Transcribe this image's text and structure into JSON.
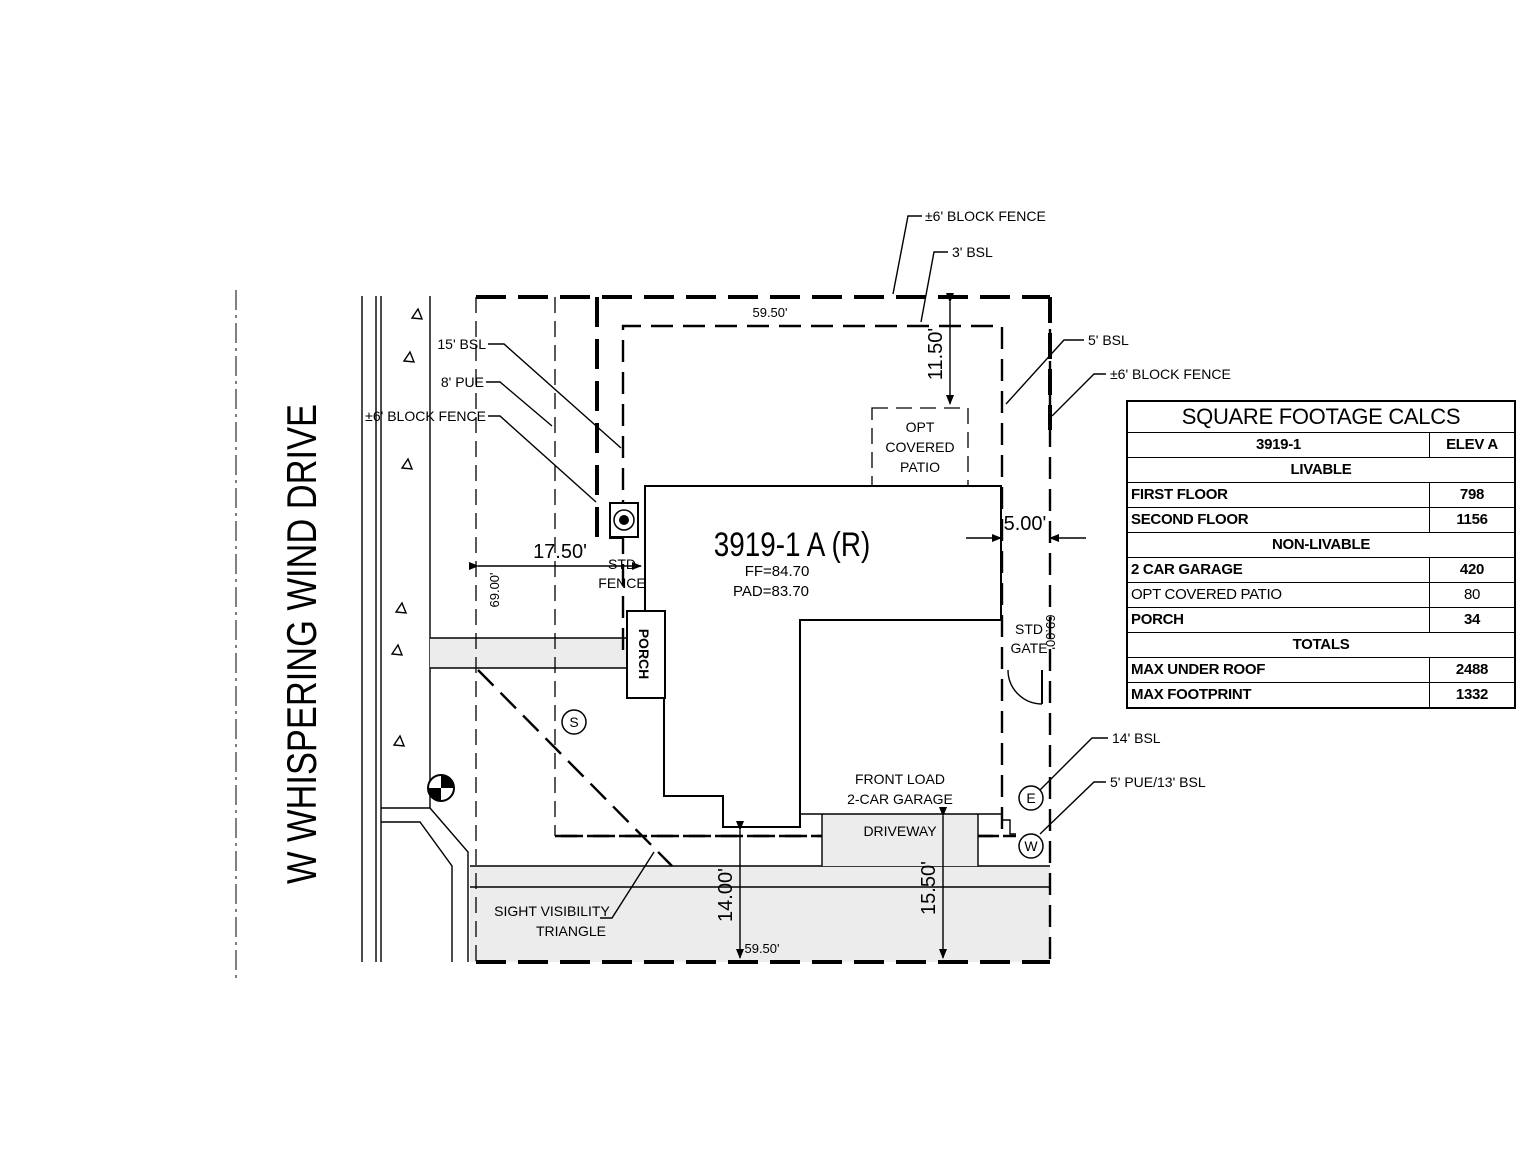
{
  "street_name": "W WHISPERING WIND DRIVE",
  "house": {
    "plan_label": "3919-1 A (R)",
    "ff": "FF=84.70",
    "pad": "PAD=83.70"
  },
  "labels": {
    "block_fence_top": "±6' BLOCK FENCE",
    "bsl_3": "3' BSL",
    "bsl_5": "5' BSL",
    "block_fence_right": "±6' BLOCK FENCE",
    "bsl_15": "15' BSL",
    "pue_8": "8' PUE",
    "block_fence_left": "±6' BLOCK FENCE",
    "opt_covered_patio": [
      "OPT",
      "COVERED",
      "PATIO"
    ],
    "std_fence": [
      "STD",
      "FENCE"
    ],
    "std_gate": [
      "STD",
      "GATE"
    ],
    "porch": "PORCH",
    "garage": [
      "FRONT LOAD",
      "2-CAR GARAGE"
    ],
    "driveway": "DRIVEWAY",
    "sight_visibility": [
      "SIGHT VISIBILITY",
      "TRIANGLE"
    ],
    "bsl_14": "14' BSL",
    "pue_bsl": "5' PUE/13' BSL",
    "sewer": "S",
    "electric": "E",
    "water": "W"
  },
  "dimensions": {
    "top_width": "59.50'",
    "bottom_width": "59.50'",
    "rear_setback": "11.50'",
    "right_side": "5.00'",
    "left_side": "17.50'",
    "left_depth": "69.00'",
    "right_depth": "69.00'",
    "front_14": "14.00'",
    "front_15": "15.50'"
  },
  "sqft_table": {
    "title": "SQUARE FOOTAGE CALCS",
    "plan": "3919-1",
    "elev": "ELEV A",
    "livable_header": "LIVABLE",
    "livable": [
      {
        "label": "FIRST FLOOR",
        "value": "798"
      },
      {
        "label": "SECOND FLOOR",
        "value": "1156"
      }
    ],
    "non_livable_header": "NON-LIVABLE",
    "non_livable": [
      {
        "label": "2 CAR GARAGE",
        "value": "420"
      },
      {
        "label": "OPT COVERED PATIO",
        "value": "80"
      },
      {
        "label": "PORCH",
        "value": "34"
      }
    ],
    "totals_header": "TOTALS",
    "totals": [
      {
        "label": "MAX UNDER ROOF",
        "value": "2488"
      },
      {
        "label": "MAX FOOTPRINT",
        "value": "1332"
      }
    ]
  }
}
